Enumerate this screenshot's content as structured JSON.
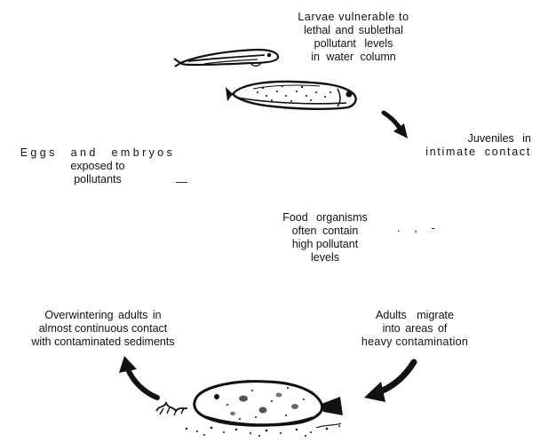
{
  "labels": {
    "larvae": [
      "Larvae vulnerable to",
      "lethal and sublethal",
      "pollutant levels",
      "in water column"
    ],
    "juveniles": [
      "Juveniles in",
      "intimate contact"
    ],
    "eggs": [
      "Eggs and embryos",
      "exposed to",
      "pollutants"
    ],
    "food": [
      "Food organisms",
      "often contain",
      "high pollutant",
      "levels"
    ],
    "overwintering": [
      "Overwintering adults in",
      "almost continuous contact",
      "with contaminated sediments"
    ],
    "adults": [
      "Adults migrate",
      "into areas of",
      "heavy contamination"
    ]
  },
  "stray_marks": {
    "dash": "—",
    "punct": ". , -"
  },
  "colors": {
    "ink": "#111111",
    "background": "#ffffff"
  }
}
